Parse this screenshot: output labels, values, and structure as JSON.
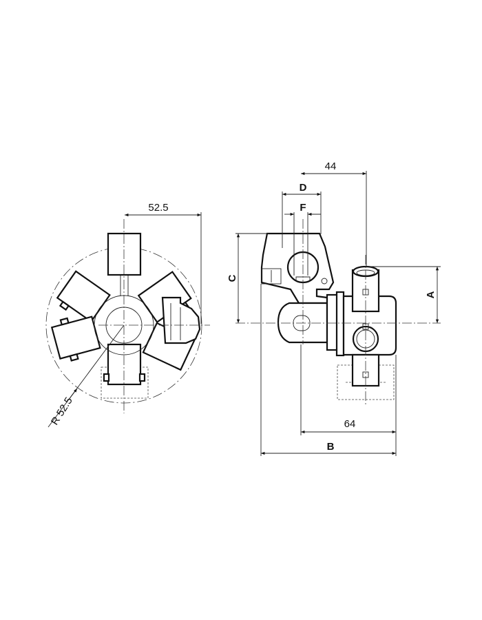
{
  "left_view": {
    "width_dim": "52.5",
    "radius_dim": "R 52.5"
  },
  "right_view": {
    "dim_44": "44",
    "dim_D": "D",
    "dim_F": "F",
    "dim_C": "C",
    "dim_A": "A",
    "dim_64": "64",
    "dim_B": "B"
  },
  "colors": {
    "line": "#111111",
    "background": "#ffffff"
  }
}
